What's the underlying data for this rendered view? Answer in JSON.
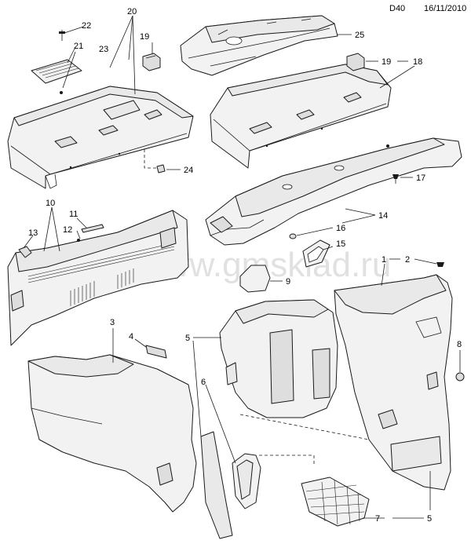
{
  "header": {
    "code": "D40",
    "date": "16/11/2010"
  },
  "watermark": "www.gmsklad.ru",
  "callouts": {
    "c1": "1",
    "c2": "2",
    "c3": "3",
    "c4": "4",
    "c5a": "5",
    "c5b": "5",
    "c6": "6",
    "c7": "7",
    "c8": "8",
    "c9": "9",
    "c10": "10",
    "c11": "11",
    "c12": "12",
    "c13": "13",
    "c14": "14",
    "c15": "15",
    "c16": "16",
    "c17": "17",
    "c18": "18",
    "c19a": "19",
    "c19b": "19",
    "c20": "20",
    "c21": "21",
    "c22": "22",
    "c23": "23",
    "c24": "24",
    "c25": "25"
  }
}
